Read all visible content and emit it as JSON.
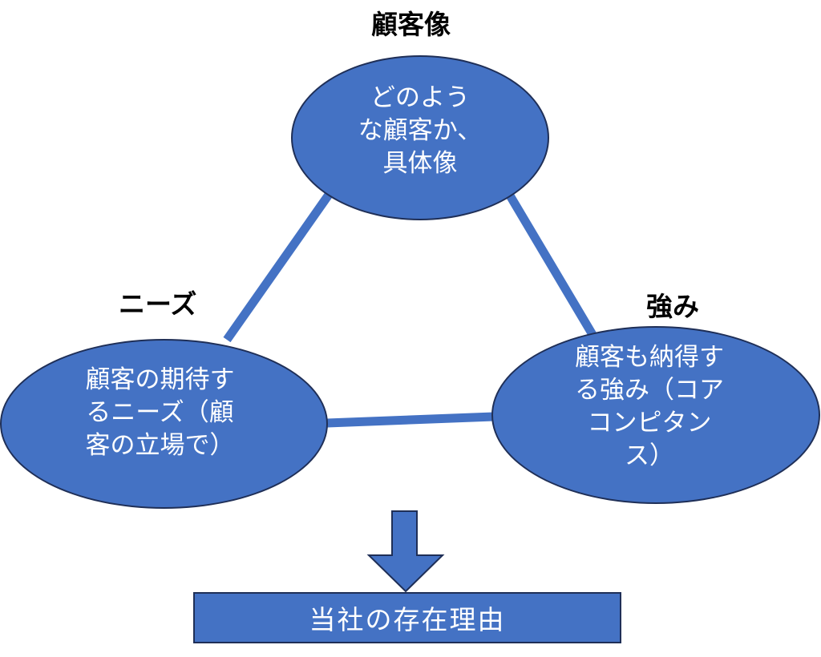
{
  "colors": {
    "fill": "#4472c4",
    "border": "#1f2f57",
    "text_on_fill": "#ffffff",
    "heading_text": "#000000"
  },
  "nodes": {
    "customer": {
      "heading": "顧客像",
      "text": "どのよう\nな顧客か、\n具体像"
    },
    "needs": {
      "heading": "ニーズ",
      "text": "顧客の期待す\nるニーズ（顧\n客の立場で）"
    },
    "strengths": {
      "heading": "強み",
      "text": "顧客も納得す\nる強み（コア\nコンピタン\nス）"
    }
  },
  "result": {
    "label": "当社の存在理由"
  }
}
